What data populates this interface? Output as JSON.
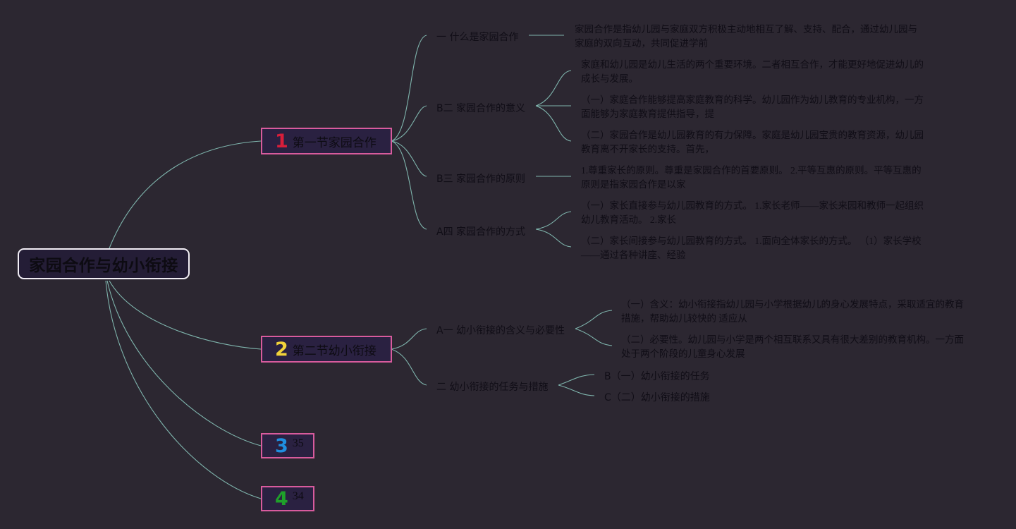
{
  "root": {
    "title": "家园合作与幼小衔接"
  },
  "sections": [
    {
      "badge": "1",
      "badge_color": "#d81e3a",
      "title": "第一节家园合作"
    },
    {
      "badge": "2",
      "badge_color": "#f2d23a",
      "title": "第二节幼小衔接"
    },
    {
      "badge": "3",
      "badge_color": "#1f8fe0",
      "title": "35"
    },
    {
      "badge": "4",
      "badge_color": "#1fa02a",
      "title": "34"
    }
  ],
  "s1": {
    "b1": {
      "label": "一 什么是家园合作",
      "text": "家园合作是指幼儿园与家庭双方积极主动地相互了解、支持、配合，通过幼儿园与家庭的双向互动，共同促进学前"
    },
    "b2": {
      "label": "B二 家园合作的意义",
      "items": [
        "家庭和幼儿园是幼儿生活的两个重要环境。二者相互合作，才能更好地促进幼儿的成长与发展。",
        "（一）家庭合作能够提高家庭教育的科学。幼儿园作为幼儿教育的专业机构，一方面能够为家庭教育提供指导，提",
        "（二）家园合作是幼儿园教育的有力保障。家庭是幼儿园宝贵的教育资源，幼儿园教育离不开家长的支持。首先，"
      ]
    },
    "b3": {
      "label": "B三 家园合作的原则",
      "text": "1.尊重家长的原则。尊重是家园合作的首要原则。 2.平等互惠的原则。平等互惠的原则是指家园合作是以家"
    },
    "b4": {
      "label": "A四 家园合作的方式",
      "items": [
        "（一）家长直接参与幼儿园教育的方式。 1.家长老师——家长来园和教师一起组织幼儿教育活动。 2.家长",
        "（二）家长间接参与幼儿园教育的方式。 1.面向全体家长的方式。 （1）家长学校——通过各种讲座、经验"
      ]
    }
  },
  "s2": {
    "b1": {
      "label": "A一 幼小衔接的含义与必要性",
      "items": [
        "（一）含义：幼小衔接指幼儿园与小学根据幼儿的身心发展特点，采取适宜的教育措施，帮助幼儿较快的 适应从",
        "（二）必要性。幼儿园与小学是两个相互联系又具有很大差别的教育机构。一方面处于两个阶段的儿童身心发展"
      ]
    },
    "b2": {
      "label": "二 幼小衔接的任务与措施",
      "items": [
        "B（一）幼小衔接的任务",
        "C（二）幼小衔接的措施"
      ]
    }
  },
  "colors": {
    "background": "#2c2731",
    "line": "#7fb5ad",
    "section_border": "#d85b9d",
    "root_border": "#f2eef5"
  }
}
